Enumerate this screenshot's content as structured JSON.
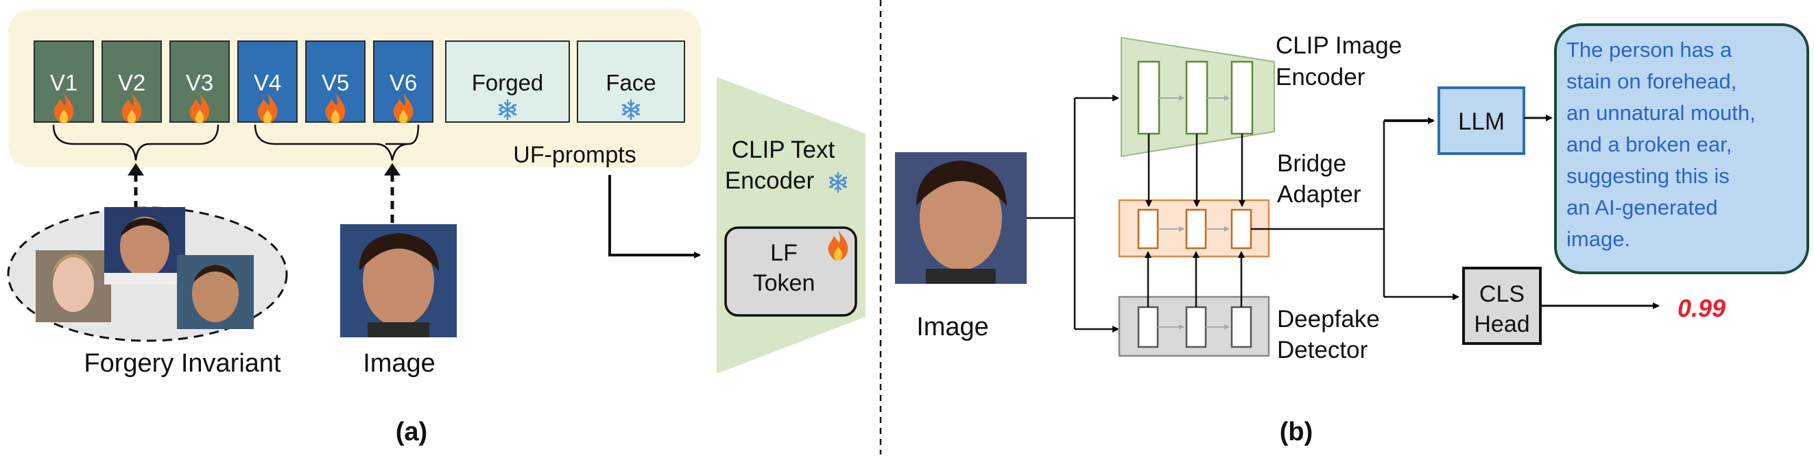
{
  "panel_a": {
    "prompt_tokens": [
      {
        "label": "V1",
        "type": "forgery",
        "icon": "flame-icon"
      },
      {
        "label": "V2",
        "type": "forgery",
        "icon": "flame-icon"
      },
      {
        "label": "V3",
        "type": "forgery",
        "icon": "flame-icon"
      },
      {
        "label": "V4",
        "type": "image",
        "icon": "flame-icon"
      },
      {
        "label": "V5",
        "type": "image",
        "icon": "flame-icon"
      },
      {
        "label": "V6",
        "type": "image",
        "icon": "flame-icon"
      },
      {
        "label": "Forged",
        "type": "frozen",
        "icon": "snowflake-icon"
      },
      {
        "label": "Face",
        "type": "frozen",
        "icon": "snowflake-icon"
      }
    ],
    "uf_prompts_label": "UF-prompts",
    "forgery_invariant_label": "Forgery Invariant",
    "image_label": "Image",
    "clip_text_encoder_label_line1": "CLIP Text",
    "clip_text_encoder_label_line2": "Encoder",
    "lf_token_line1": "LF",
    "lf_token_line2": "Token",
    "caption": "(a)"
  },
  "panel_b": {
    "image_label": "Image",
    "clip_image_encoder_line1": "CLIP Image",
    "clip_image_encoder_line2": "Encoder",
    "bridge_adapter_line1": "Bridge",
    "bridge_adapter_line2": "Adapter",
    "deepfake_detector_line1": "Deepfake",
    "deepfake_detector_line2": "Detector",
    "llm_label": "LLM",
    "cls_head_line1": "CLS",
    "cls_head_line2": "Head",
    "score": "0.99",
    "explanation_lines": [
      "The person has a",
      "stain on forehead,",
      "an unnatural mouth,",
      "and a broken ear,",
      "suggesting this is",
      "an AI-generated",
      "image."
    ],
    "caption": "(b)"
  },
  "colors": {
    "forgery_token": "#5c7a62",
    "image_token": "#2f6fb3",
    "frozen_token": "#deeee9",
    "prompt_panel_bg": "#fbf4dd",
    "clip_green": "#d6e6c6",
    "bridge_orange": "#fbe3cf",
    "detector_gray": "#d9d9d9",
    "llm_blue": "#bcd7f0",
    "score_red": "#e8202a",
    "explanation_text": "#2b63c8"
  }
}
